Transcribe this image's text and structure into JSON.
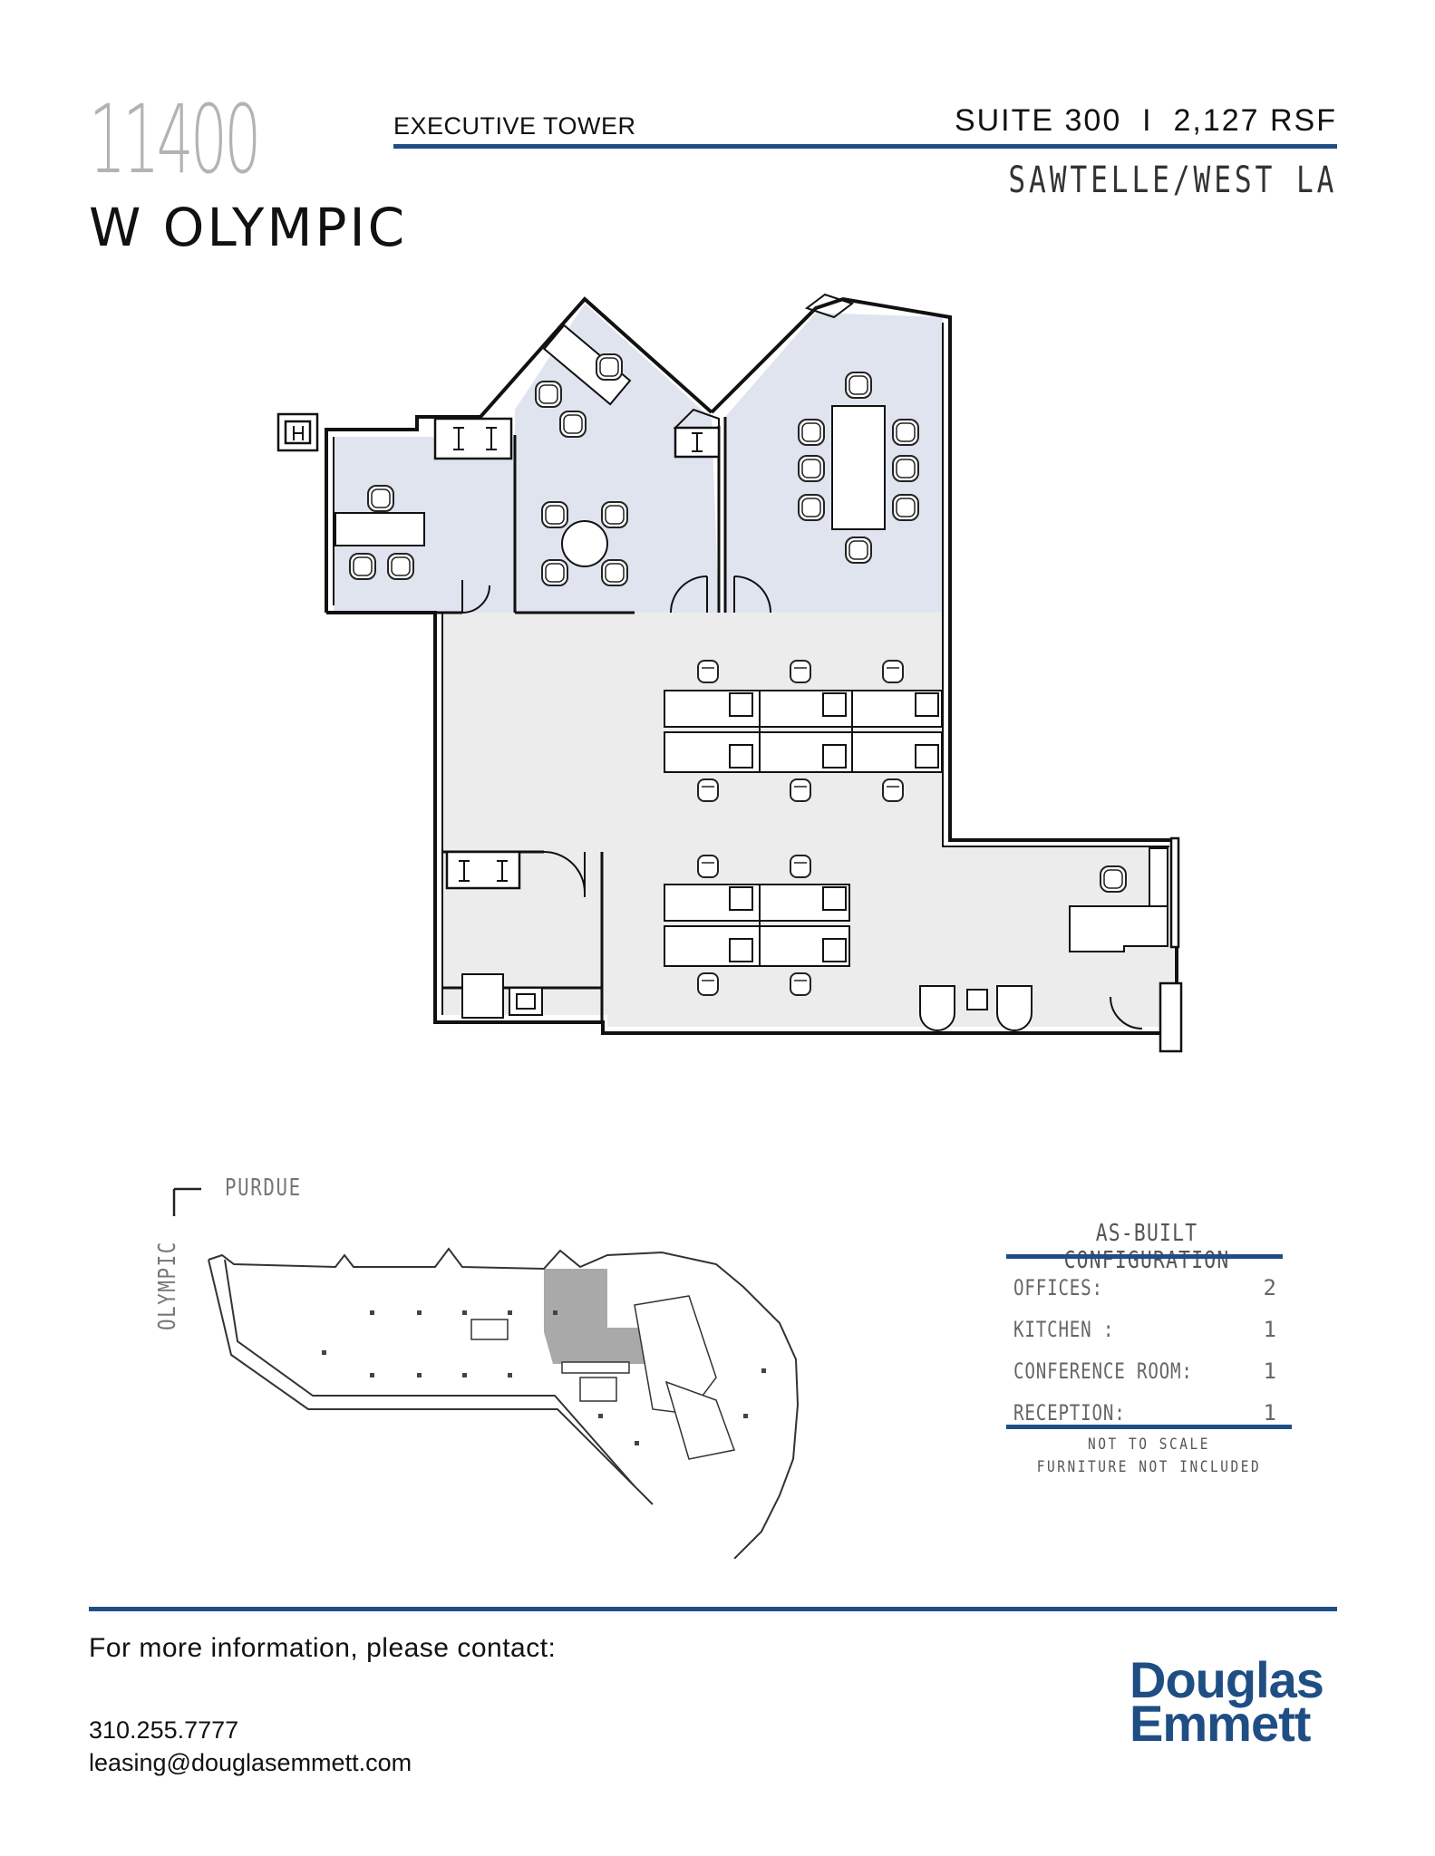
{
  "header": {
    "address_number": "11400",
    "address_street": "W OLYMPIC",
    "building_name": "EXECUTIVE TOWER",
    "suite_line": "SUITE 300  I  2,127 RSF",
    "submarket": "SAWTELLE/WEST LA"
  },
  "key_plan": {
    "street_top": "PURDUE",
    "street_left": "OLYMPIC"
  },
  "configuration": {
    "title": "AS-BUILT CONFIGURATION",
    "rows": [
      {
        "label": "OFFICES:",
        "value": "2"
      },
      {
        "label": "KITCHEN :",
        "value": "1"
      },
      {
        "label": "CONFERENCE ROOM:",
        "value": "1"
      },
      {
        "label": "RECEPTION:",
        "value": "1"
      }
    ],
    "note_1": "NOT TO SCALE",
    "note_2": "FURNITURE NOT INCLUDED"
  },
  "contact": {
    "heading": "For more information, please contact:",
    "phone": "310.255.7777",
    "email": "leasing@douglasemmett.com"
  },
  "logo": {
    "line_1": "Douglas",
    "line_2": "Emmett"
  },
  "colors": {
    "accent_blue": "#1f4e85",
    "office_fill": "#dfe4ef",
    "open_fill": "#ececec",
    "highlight_fill": "#a9a9a9"
  }
}
